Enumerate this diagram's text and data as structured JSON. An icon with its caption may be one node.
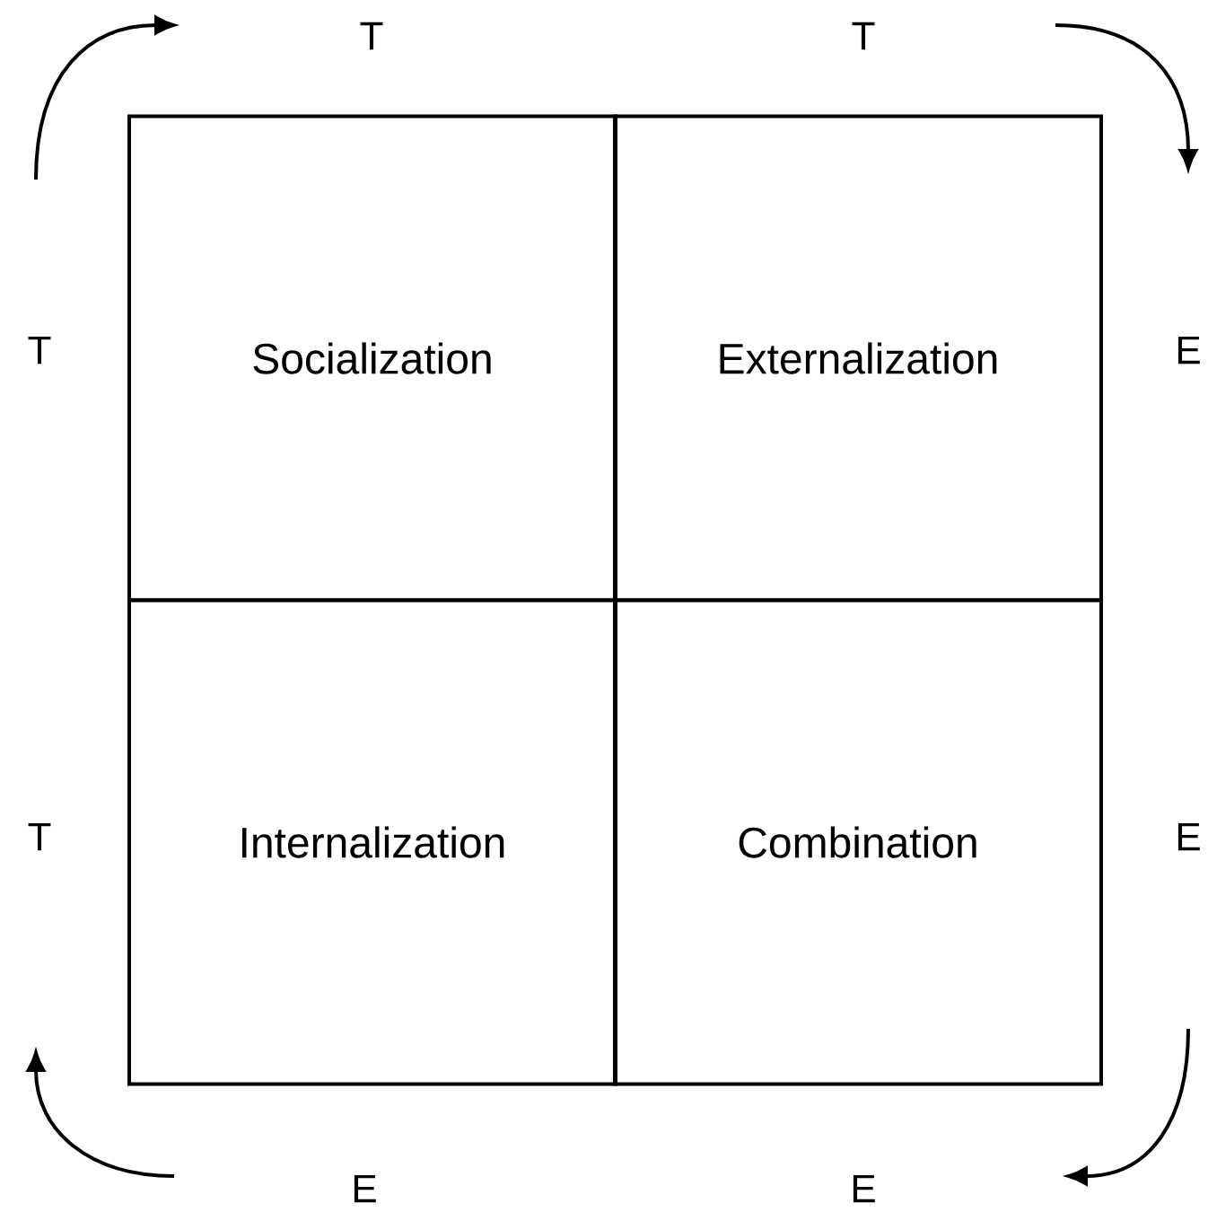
{
  "diagram": {
    "nodes": [
      {
        "text": [
          "Socialization"
        ]
      },
      {
        "text": [
          "Externalization"
        ]
      },
      {
        "text": [
          "Internalization"
        ]
      },
      {
        "text": [
          "Combination"
        ]
      }
    ],
    "labels": [
      "T",
      "T",
      "T",
      "E",
      "T",
      "E",
      "E",
      "E"
    ]
  }
}
